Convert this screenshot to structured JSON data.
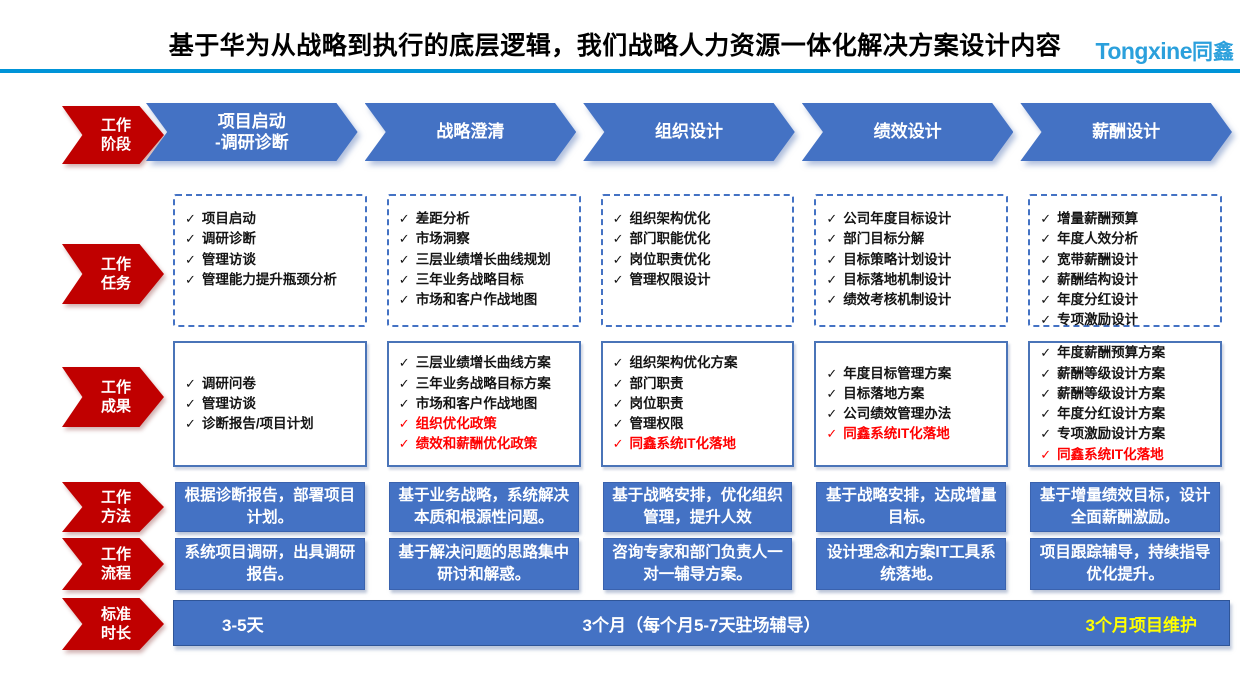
{
  "header": {
    "title": "基于华为从战略到执行的底层逻辑，我们战略人力资源一体化解决方案设计内容",
    "logo_en": "Tongxine",
    "logo_cn": "同鑫"
  },
  "row_labels": {
    "stage": "工作\n阶段",
    "task": "工作\n任务",
    "result": "工作\n成果",
    "method": "工作\n方法",
    "process": "工作\n流程",
    "duration": "标准\n时长"
  },
  "columns": [
    {
      "stage": "项目启动\n-调研诊断",
      "tasks": [
        "项目启动",
        "调研诊断",
        "管理访谈",
        "管理能力提升瓶颈分析"
      ],
      "results": [
        "调研问卷",
        "管理访谈",
        "诊断报告/项目计划"
      ],
      "method": "根据诊断报告，部署项目计划。",
      "process": "系统项目调研，出具调研报告。"
    },
    {
      "stage": "战略澄清",
      "tasks": [
        "差距分析",
        "市场洞察",
        "三层业绩增长曲线规划",
        "三年业务战略目标",
        "市场和客户作战地图"
      ],
      "results": [
        "三层业绩增长曲线方案",
        "三年业务战略目标方案",
        "市场和客户作战地图",
        {
          "text": "组织优化政策",
          "red": true
        },
        {
          "text": "绩效和薪酬优化政策",
          "red": true
        }
      ],
      "method": "基于业务战略，系统解决本质和根源性问题。",
      "process": "基于解决问题的思路集中研讨和解惑。"
    },
    {
      "stage": "组织设计",
      "tasks": [
        "组织架构优化",
        "部门职能优化",
        "岗位职责优化",
        "管理权限设计"
      ],
      "results": [
        "组织架构优化方案",
        "部门职责",
        "岗位职责",
        "管理权限",
        {
          "text": "同鑫系统IT化落地",
          "red": true
        }
      ],
      "method": "基于战略安排，优化组织管理，提升人效",
      "process": "咨询专家和部门负责人一对一辅导方案。"
    },
    {
      "stage": "绩效设计",
      "tasks": [
        "公司年度目标设计",
        "部门目标分解",
        "目标策略计划设计",
        "目标落地机制设计",
        "绩效考核机制设计"
      ],
      "results": [
        "年度目标管理方案",
        "目标落地方案",
        "公司绩效管理办法",
        {
          "text": "同鑫系统IT化落地",
          "red": true
        }
      ],
      "method": "基于战略安排，达成增量目标。",
      "process": "设计理念和方案IT工具系统落地。"
    },
    {
      "stage": "薪酬设计",
      "tasks": [
        "增量薪酬预算",
        "年度人效分析",
        "宽带薪酬设计",
        "薪酬结构设计",
        "年度分红设计",
        "专项激励设计"
      ],
      "results": [
        "年度薪酬预算方案",
        "薪酬等级设计方案",
        "薪酬等级设计方案",
        "年度分红设计方案",
        "专项激励设计方案",
        {
          "text": "同鑫系统IT化落地",
          "red": true
        }
      ],
      "method": "基于增量绩效目标，设计全面薪酬激励。",
      "process": "项目跟踪辅导，持续指导优化提升。"
    }
  ],
  "durations": {
    "d1": "3-5天",
    "d2": "3个月（每个月5-7天驻场辅导）",
    "d3": "3个月项目维护"
  },
  "colors": {
    "accent_blue": "#4472C4",
    "accent_red": "#C00000",
    "divider_blue": "#0094D8",
    "highlight_yellow": "#FFFF00",
    "list_red": "#FF0000",
    "logo_blue": "#2BA0DC"
  }
}
